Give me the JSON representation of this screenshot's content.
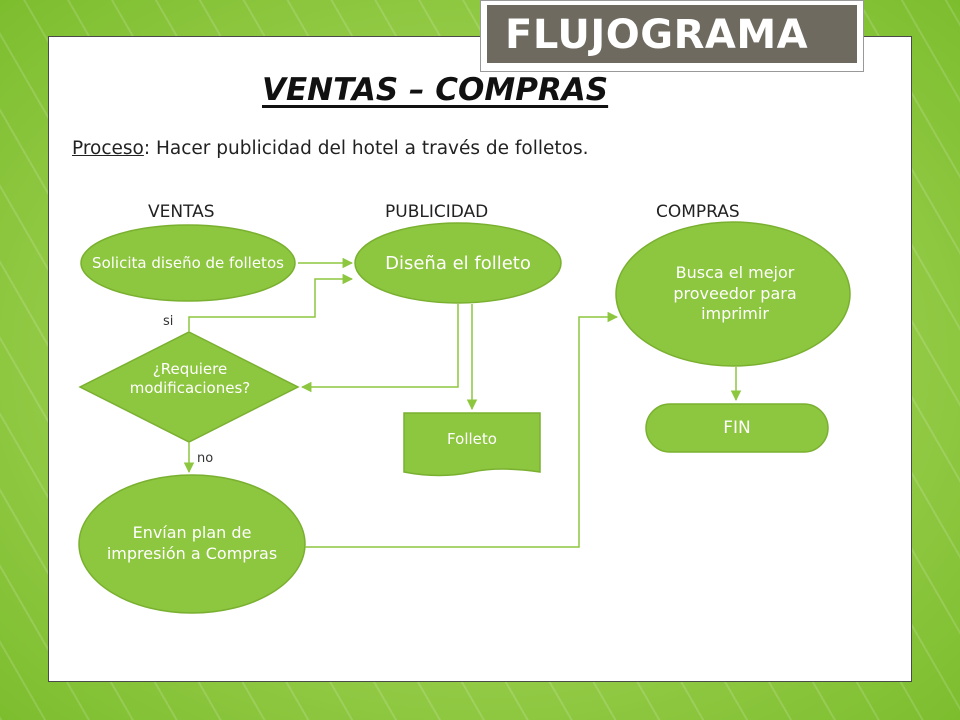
{
  "header": {
    "badge": "FLUJOGRAMA",
    "title": "VENTAS – COMPRAS"
  },
  "process": {
    "label": "Proceso",
    "text": ": Hacer publicidad del hotel a través de folletos."
  },
  "columns": [
    "VENTAS",
    "PUBLICIDAD",
    "COMPRAS"
  ],
  "nodes": {
    "solicita": "Solicita diseño de folletos",
    "disena": "Diseña el folleto",
    "requiere": "¿Requiere modificaciones?",
    "folleto": "Folleto",
    "envian": "Envían plan de impresión a Compras",
    "busca": "Busca el mejor proveedor para imprimir",
    "fin": "FIN"
  },
  "edges": {
    "si": "si",
    "no": "no"
  },
  "colors": {
    "shape_fill": "#8dc63f",
    "shape_stroke": "#7ab030",
    "line": "#8dc63f",
    "title_bg": "#6e6a5f"
  }
}
